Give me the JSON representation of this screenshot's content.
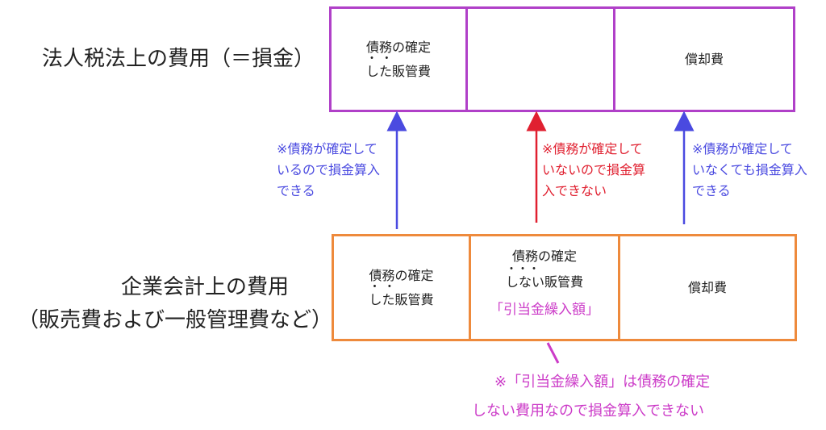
{
  "colors": {
    "purple": "#b040c8",
    "orange": "#ee8a3c",
    "blue": "#4a4ae0",
    "red": "#e02030",
    "magenta": "#cc3cc8",
    "text": "#222222"
  },
  "tax_row": {
    "label": "法人税法上の費用（＝損金）",
    "cells": [
      {
        "line1": "債務の確定",
        "line2_pre": "",
        "line2_marked": "した",
        "line2_post": "販管費"
      },
      {
        "line1": ""
      },
      {
        "line1": "償却費"
      }
    ]
  },
  "acct_row": {
    "label_line1": "企業会計上の費用",
    "label_line2": "（販売費および一般管理費など）",
    "cells": [
      {
        "line1": "債務の確定",
        "line2_marked": "した",
        "line2_post": "販管費"
      },
      {
        "line1": "債務の確定",
        "line2_marked": "しない",
        "line2_post": "販管費",
        "highlight": "「引当金繰入額」"
      },
      {
        "line1": "償却費"
      }
    ]
  },
  "notes": {
    "left": [
      "※債務が確定して",
      "いるので損金算入",
      "できる"
    ],
    "middle": [
      "※債務が確定して",
      "いないので損金算",
      "入できない"
    ],
    "right": [
      "※債務が確定して",
      "いなくても損金算入",
      "できる"
    ],
    "bottom": [
      "※「引当金繰入額」は債務の確定",
      "しない費用なので損金算入できない"
    ]
  }
}
